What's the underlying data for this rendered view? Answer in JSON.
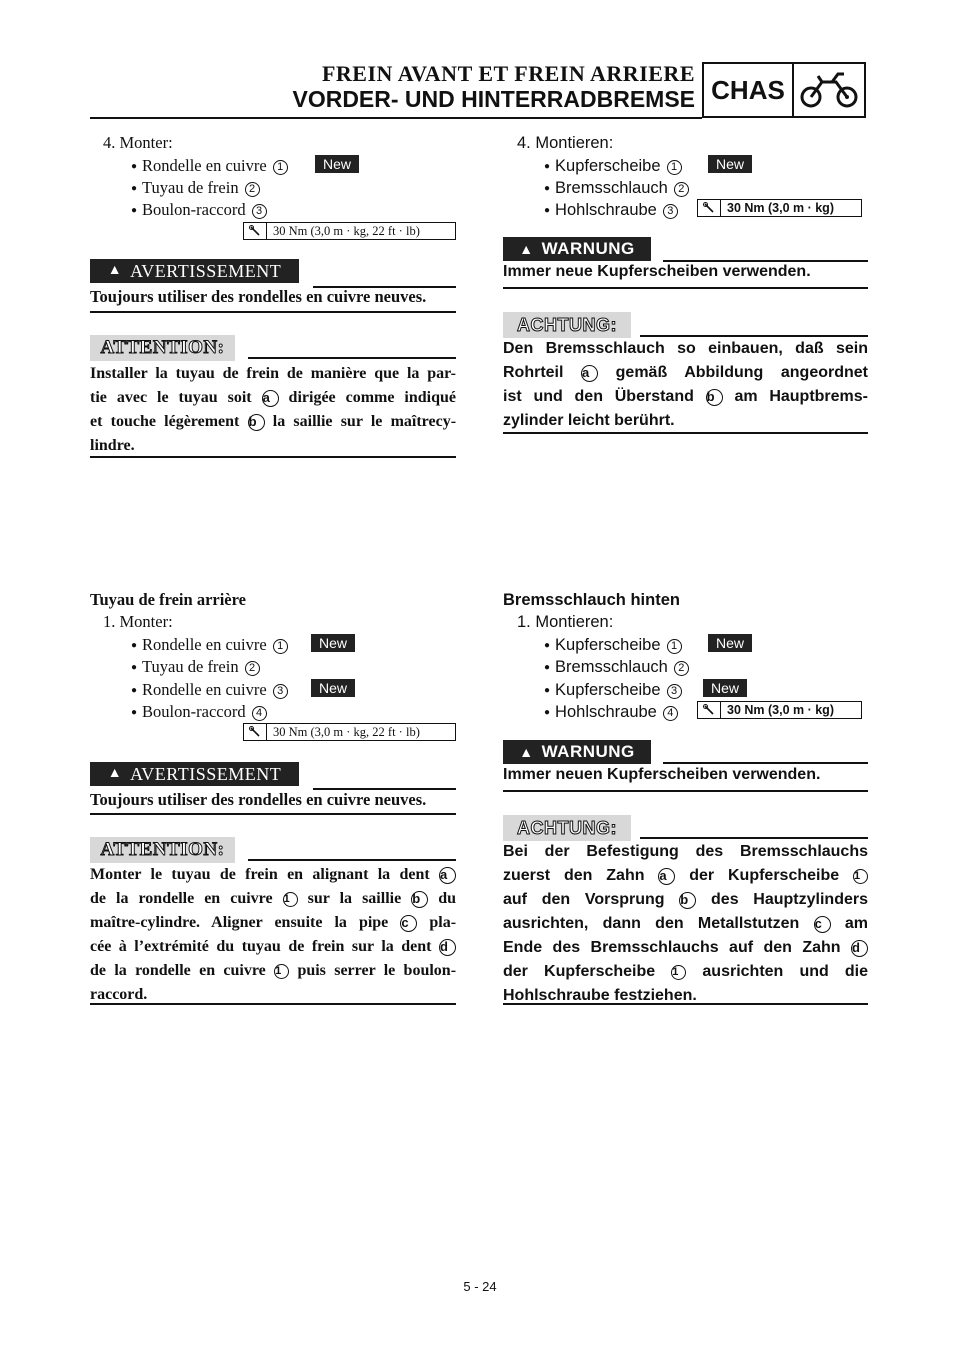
{
  "header": {
    "title_fr": "FREIN AVANT ET FREIN ARRIERE",
    "title_de": "VORDER- UND HINTERRADBREMSE",
    "section_label": "CHAS",
    "section_icon": "motorcycle-icon"
  },
  "badges": {
    "new": "New"
  },
  "torque_fr": "30 Nm (3,0 m · kg, 22 ft · lb)",
  "torque_de": "30 Nm (3,0 m · kg)",
  "fr_front": {
    "step": "4. Monter:",
    "items": [
      "Rondelle en cuivre",
      "Tuyau de frein",
      "Boulon-raccord"
    ],
    "nums": [
      "1",
      "2",
      "3"
    ],
    "warning_title": "AVERTISSEMENT",
    "warning_text": "Toujours utiliser des rondelles en cuivre neuves.",
    "attention_title": "ATTENTION:",
    "attention_lines": [
      "Installer la tuyau de frein de manière que la par-",
      "tie avec le tuyau soit",
      "dirigée comme indiqué",
      "et touche légèrement",
      "la saillie sur le maîtrecy-",
      "lindre."
    ],
    "letters": [
      "a",
      "b"
    ]
  },
  "de_front": {
    "step": "4. Montieren:",
    "items": [
      "Kupferscheibe",
      "Bremsschlauch",
      "Hohlschraube"
    ],
    "nums": [
      "1",
      "2",
      "3"
    ],
    "warning_title": "WARNUNG",
    "warning_text": "Immer neue Kupferscheiben verwenden.",
    "attention_title": "ACHTUNG:",
    "attention_lines": [
      "Den Bremsschlauch so einbauen, daß sein",
      "Rohrteil",
      "gemäß Abbildung angeordnet",
      "ist und den Überstand",
      "am Hauptbrems-",
      "zylinder leicht berührt."
    ],
    "letters": [
      "a",
      "b"
    ]
  },
  "fr_rear": {
    "heading": "Tuyau de frein arrière",
    "step": "1. Monter:",
    "items": [
      "Rondelle en cuivre",
      "Tuyau de frein",
      "Rondelle en cuivre",
      "Boulon-raccord"
    ],
    "nums": [
      "1",
      "2",
      "3",
      "4"
    ],
    "warning_title": "AVERTISSEMENT",
    "warning_text": "Toujours utiliser des rondelles en cuivre neuves.",
    "attention_title": "ATTENTION:",
    "attention_parts": [
      "Monter le tuyau de frein en alignant la dent",
      "de la rondelle en cuivre",
      "sur la saillie",
      "du",
      "maître-cylindre. Aligner ensuite la pipe",
      "pla-",
      "cée à l’extrémité du tuyau de frein sur la dent",
      "de la rondelle en cuivre",
      "puis serrer le boulon-",
      "raccord."
    ],
    "letters": [
      "a",
      "b",
      "c",
      "d"
    ],
    "nums_inline": [
      "1",
      "1"
    ]
  },
  "de_rear": {
    "heading": "Bremsschlauch hinten",
    "step": "1. Montieren:",
    "items": [
      "Kupferscheibe",
      "Bremsschlauch",
      "Kupferscheibe",
      "Hohlschraube"
    ],
    "nums": [
      "1",
      "2",
      "3",
      "4"
    ],
    "warning_title": "WARNUNG",
    "warning_text": "Immer neuen Kupferscheiben verwenden.",
    "attention_title": "ACHTUNG:",
    "attention_parts": [
      "Bei der Befestigung des Bremsschlauchs",
      "zuerst den Zahn",
      "der Kupferscheibe",
      "auf den Vorsprung",
      "des Hauptzylinders",
      "ausrichten, dann den Metallstutzen",
      "am",
      "Ende des Bremsschlauchs auf den Zahn",
      "der Kupferscheibe",
      "ausrichten und die",
      "Hohlschraube festziehen."
    ],
    "letters": [
      "a",
      "b",
      "c",
      "d"
    ],
    "nums_inline": [
      "1",
      "1"
    ]
  },
  "page_number": "5 - 24"
}
